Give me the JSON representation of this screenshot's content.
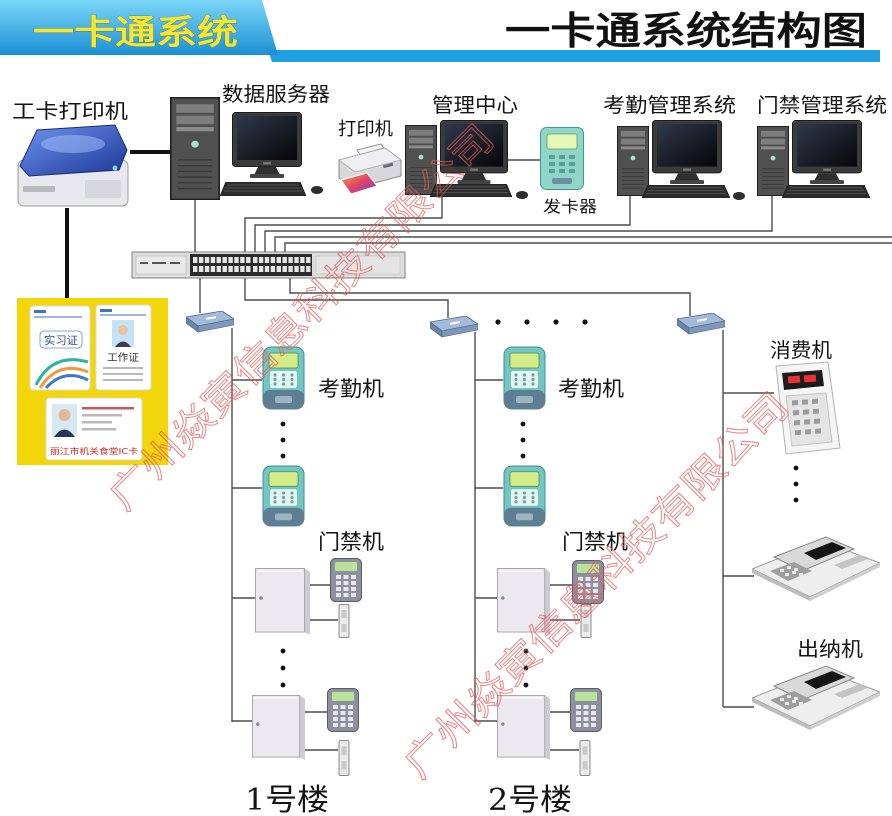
{
  "header": {
    "tab_title": "一卡通系统",
    "main_title": "一卡通系统结构图"
  },
  "labels": {
    "card_printer": "工卡打印机",
    "data_server": "数据服务器",
    "printer": "打印机",
    "management_center": "管理中心",
    "card_issuer": "发卡器",
    "attendance_system": "考勤管理系统",
    "access_system": "门禁管理系统",
    "attendance_machine": "考勤机",
    "access_machine": "门禁机",
    "consumption_machine": "消费机",
    "cashier_machine": "出纳机"
  },
  "buildings": [
    "1号楼",
    "2号楼"
  ],
  "cards": {
    "intern_card": "实习证",
    "work_card": "工作证",
    "ic_card": "丽江市机关食堂IC卡"
  },
  "watermark": "广州焱寅信息科技有限公司",
  "colors": {
    "tab_blue": "#1e9fe0",
    "tab_title": "#f5e72e",
    "watermark": "#e05a5a",
    "card_backdrop": "#f2d60a"
  }
}
